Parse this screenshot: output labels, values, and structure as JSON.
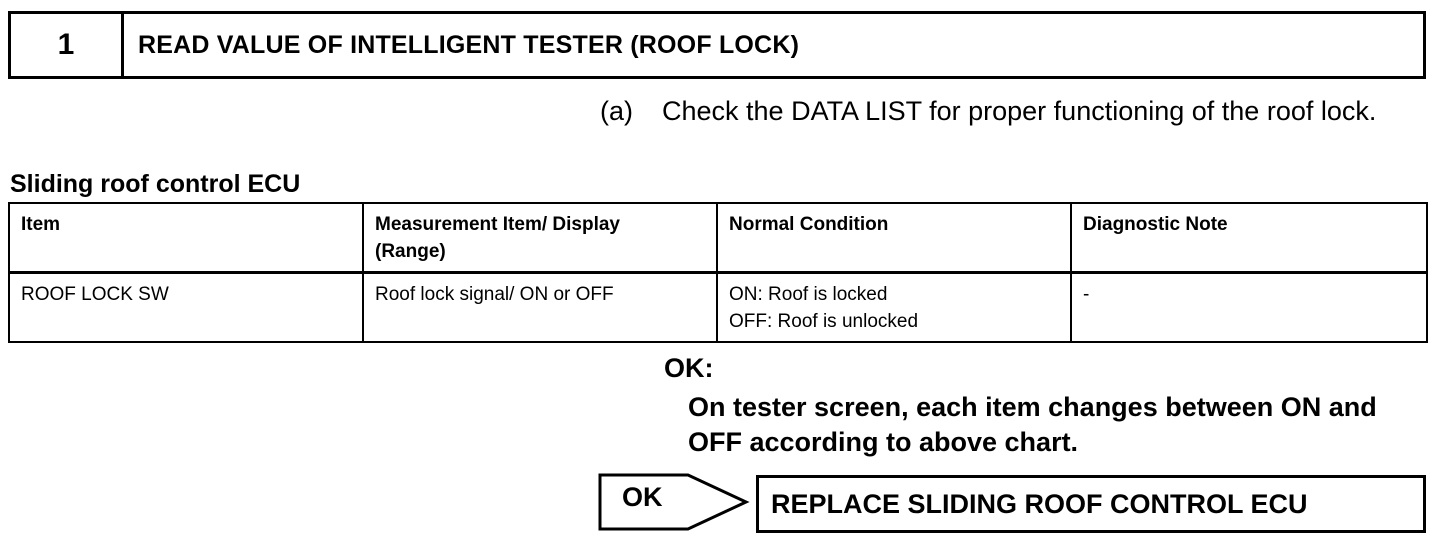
{
  "step": {
    "number": "1",
    "title": "READ VALUE OF INTELLIGENT TESTER (ROOF LOCK)"
  },
  "instruction": {
    "marker": "(a)",
    "text": "Check the DATA LIST for proper functioning of the roof lock."
  },
  "section_title": "Sliding roof control ECU",
  "table": {
    "headers": [
      "Item",
      "Measurement Item/ Display",
      "Normal Condition",
      "Diagnostic Note"
    ],
    "header_sub": "(Range)",
    "rows": [
      {
        "item": "ROOF LOCK SW",
        "measurement": "Roof lock signal/ ON or OFF",
        "normal_lines": [
          "ON: Roof is locked",
          "OFF: Roof is unlocked"
        ],
        "note": "-"
      }
    ]
  },
  "result": {
    "ok_label": "OK:",
    "ok_text": "On tester screen, each item changes between ON and OFF according to above chart."
  },
  "flow": {
    "arrow_label": "OK",
    "action": "REPLACE SLIDING ROOF CONTROL ECU"
  }
}
